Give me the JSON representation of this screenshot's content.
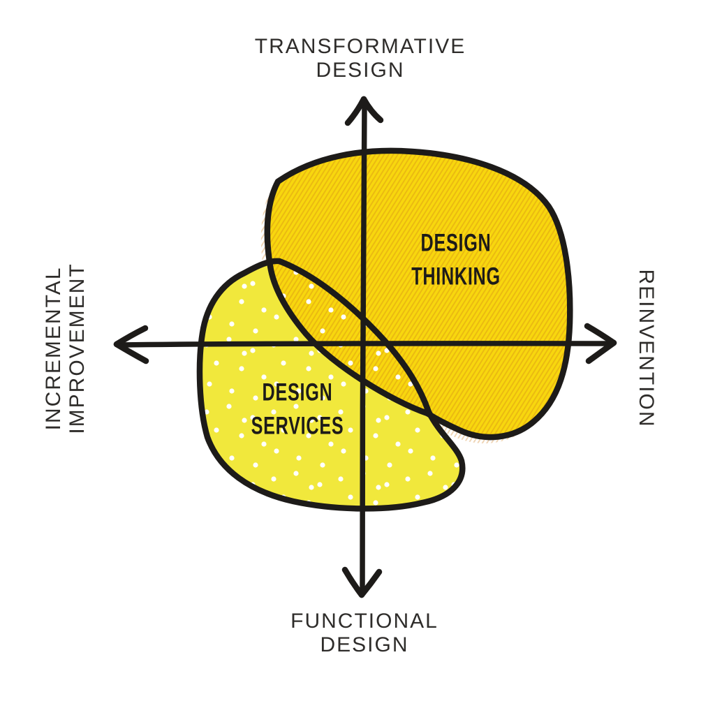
{
  "diagram": {
    "type": "quadrant-venn-diagram",
    "axes": {
      "top": {
        "line1": "TRANSFORMATIVE",
        "line2": "DESIGN"
      },
      "bottom": {
        "line1": "FUNCTIONAL",
        "line2": "DESIGN"
      },
      "left": {
        "line1": "INCREMENTAL",
        "line2": "IMPROVEMENT"
      },
      "right": {
        "line1": "REINVENTION"
      }
    },
    "blobs": {
      "thinking": {
        "line1": "DESIGN",
        "line2": "THINKING",
        "quadrant": "upper-right (transformative / reinvention)",
        "fill": "#f8d70e",
        "texture": "diagonal-hatch"
      },
      "services": {
        "line1": "DESIGN",
        "line2": "SERVICES",
        "quadrant": "lower-left (functional / incremental)",
        "fill": "#f1e83c",
        "texture": "white-dots"
      }
    },
    "overlap": "blobs overlap diagonally through the origin",
    "colors": {
      "background": "#ffffff",
      "ink": "#1d1b19",
      "axis_label_text": "#2e2c2a",
      "thinking_yellow": "#f8d70e",
      "services_yellow": "#f1e83c",
      "hatch_stripe": "rgba(205,125,25,0.33)",
      "dot": "#ffffff"
    }
  }
}
